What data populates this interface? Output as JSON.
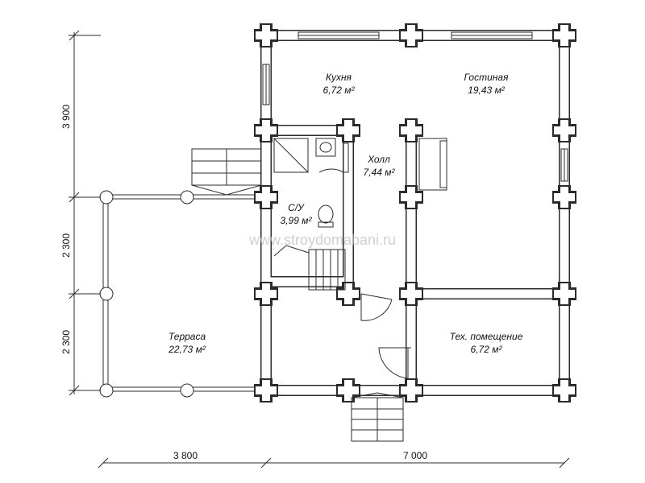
{
  "rooms": {
    "kitchen": {
      "name": "Кухня",
      "area": "6,72 м²"
    },
    "living": {
      "name": "Гостиная",
      "area": "19,43 м²"
    },
    "hall": {
      "name": "Холл",
      "area": "7,44 м²"
    },
    "bathroom": {
      "name": "С/У",
      "area": "3,99 м²"
    },
    "terrace": {
      "name": "Терраса",
      "area": "22,73 м²"
    },
    "tech": {
      "name": "Тех. помещение",
      "area": "6,72 м²"
    }
  },
  "dimensions": {
    "left_top": "3 900",
    "left_middle": "2 300",
    "left_bottom": "2 300",
    "bottom_left": "3 800",
    "bottom_right": "7 000"
  },
  "watermark": "www.stroydomabani.ru"
}
